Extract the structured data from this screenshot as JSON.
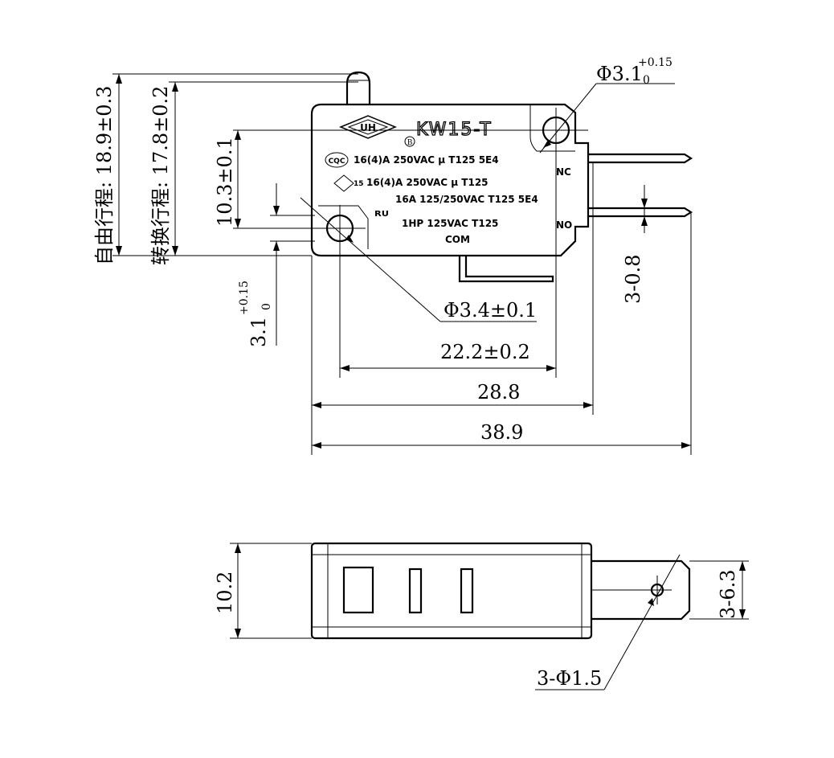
{
  "top_view": {
    "model": "KW15-T",
    "dims": {
      "hole_right": "Φ3.1",
      "hole_right_tol_upper": "+0.15",
      "hole_right_tol_lower": "0",
      "free_travel": "自由行程: 18.9±0.3",
      "operating_travel": "转换行程: 17.8±0.2",
      "height_10_3": "10.3±0.1",
      "hole_left_pos": "3.1",
      "hole_left_tol_upper": "+0.15",
      "hole_left_tol_lower": "0",
      "terminal_spacing": "3-0.8",
      "hole_left": "Φ3.4±0.1",
      "len_22_2": "22.2±0.2",
      "len_28_8": "28.8",
      "len_38_9": "38.9"
    },
    "ratings": {
      "line1": "16(4)A 250VAC μ T125 5E4",
      "line2": "16(4)A 250VAC μ T125",
      "line3": "16A 125/250VAC T125 5E4",
      "line4": "1HP 125VAC T125",
      "cqc": "CQC",
      "ul_mark": "ᴿᵁ",
      "logo_text": "UH",
      "b_mark": "B",
      "n15": "15"
    },
    "terminals": {
      "nc": "NC",
      "no": "NO",
      "com": "COM"
    }
  },
  "side_view": {
    "dims": {
      "height": "10.2",
      "terminal_width": "3-6.3",
      "hole": "3-Φ1.5"
    }
  }
}
